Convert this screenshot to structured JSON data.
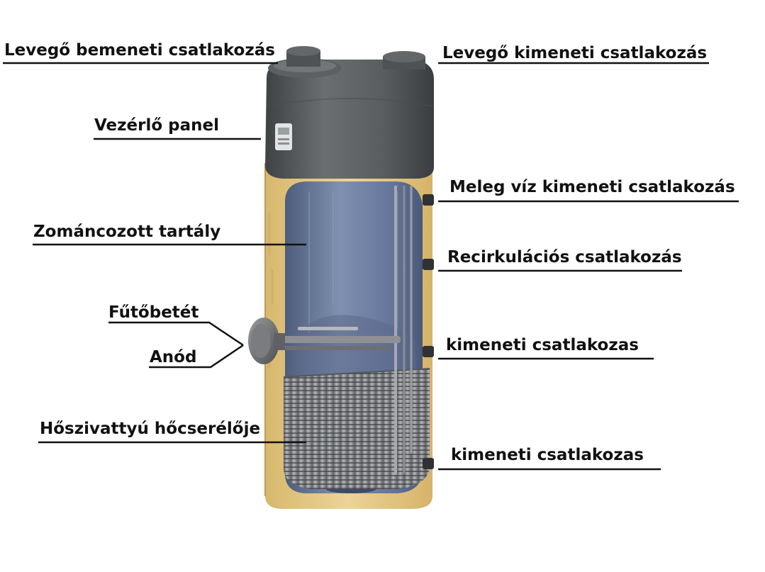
{
  "labels": {
    "air_inlet": "Levegő bemeneti csatlakozás",
    "air_outlet": "Levegő kimeneti csatlakozás",
    "control_panel": "Vezérlő panel",
    "hot_water_outlet": "Meleg víz kimeneti csatlakozás",
    "enamelled_tank": "Zománcozott tartály",
    "recirculation": "Recirkulációs csatlakozás",
    "heating_element": "Fűtőbetét",
    "anode": "Anód",
    "outlet_upper": "kimeneti csatlakozas",
    "heat_pump_exchanger": "Hőszivattyú hőcserélője",
    "outlet_lower": "kimeneti csatlakozas"
  },
  "colors": {
    "insulation": "#e3c888",
    "lid": "#5c5f62",
    "tank_inner": "#6f80a0",
    "coil": "#8d8f93",
    "leader_line": "#111111"
  }
}
